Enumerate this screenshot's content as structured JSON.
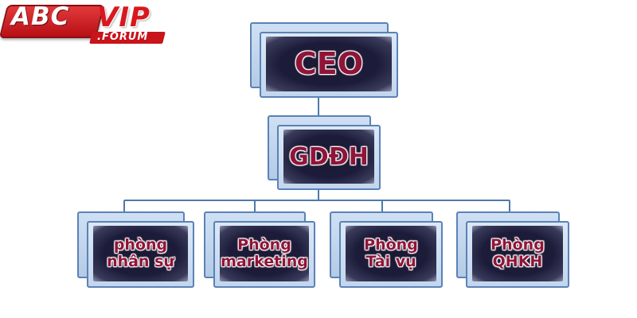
{
  "logo": {
    "abc": "ABC",
    "vip": "VIP",
    "forum": ".FORUM"
  },
  "chart": {
    "root": {
      "label": "CEO"
    },
    "second": {
      "label": "GDĐH"
    },
    "departments": [
      {
        "line1": "phòng",
        "line2": "nhân sự"
      },
      {
        "line1": "Phòng",
        "line2": "marketing"
      },
      {
        "line1": "Phòng",
        "line2": "Tài vụ"
      },
      {
        "line1": "Phòng",
        "line2": "QHKH"
      }
    ]
  },
  "colors": {
    "box_border": "#5b82b5",
    "box_fill": "#c2d6ee",
    "plate": "#1c1c3a",
    "label_text": "#8f1538",
    "connector": "#4f79ab",
    "logo_red": "#c8141b"
  }
}
